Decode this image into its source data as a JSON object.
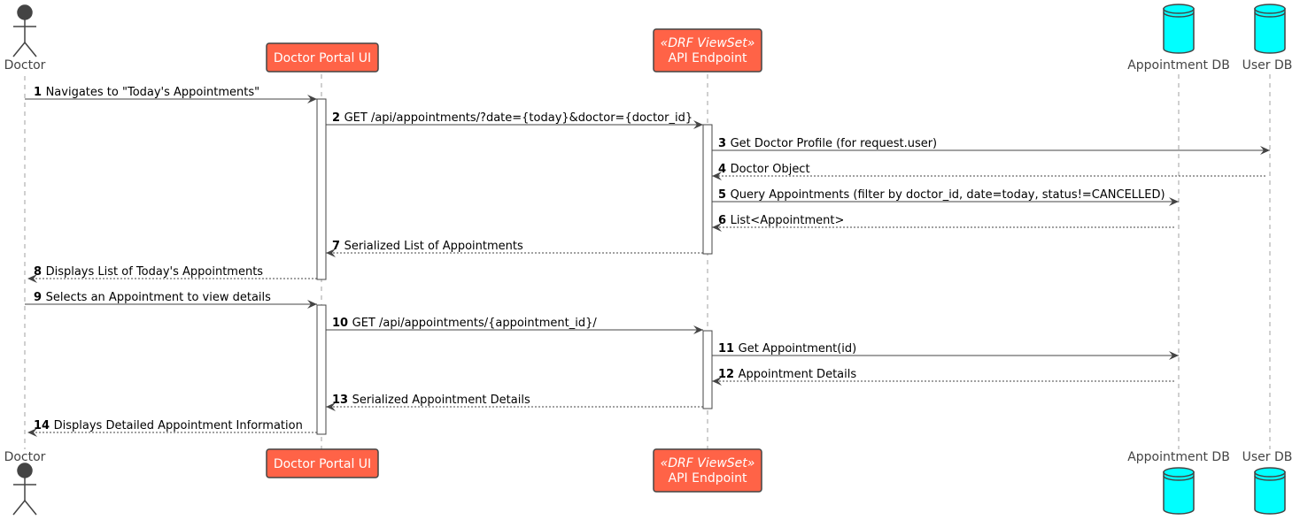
{
  "participants": {
    "doctor": {
      "name": "Doctor"
    },
    "portal": {
      "name": "Doctor Portal UI"
    },
    "api": {
      "name": "API Endpoint",
      "stereotype": "«DRF ViewSet»"
    },
    "appointment_db": {
      "name": "Appointment DB"
    },
    "user_db": {
      "name": "User DB"
    }
  },
  "messages": [
    {
      "num": "1",
      "text": "Navigates to \"Today's Appointments\"",
      "from": "doctor",
      "to": "portal",
      "style": "sync"
    },
    {
      "num": "2",
      "text": "GET /api/appointments/?date={today}&doctor={doctor_id}",
      "from": "portal",
      "to": "api",
      "style": "sync"
    },
    {
      "num": "3",
      "text": "Get Doctor Profile (for request.user)",
      "from": "api",
      "to": "user_db",
      "style": "sync"
    },
    {
      "num": "4",
      "text": "Doctor Object",
      "from": "user_db",
      "to": "api",
      "style": "return"
    },
    {
      "num": "5",
      "text": "Query Appointments (filter by doctor_id, date=today, status!=CANCELLED)",
      "from": "api",
      "to": "appointment_db",
      "style": "sync"
    },
    {
      "num": "6",
      "text": "List<Appointment>",
      "from": "appointment_db",
      "to": "api",
      "style": "return"
    },
    {
      "num": "7",
      "text": "Serialized List of Appointments",
      "from": "api",
      "to": "portal",
      "style": "return"
    },
    {
      "num": "8",
      "text": "Displays List of Today's Appointments",
      "from": "portal",
      "to": "doctor",
      "style": "return"
    },
    {
      "num": "9",
      "text": "Selects an Appointment to view details",
      "from": "doctor",
      "to": "portal",
      "style": "sync"
    },
    {
      "num": "10",
      "text": "GET /api/appointments/{appointment_id}/",
      "from": "portal",
      "to": "api",
      "style": "sync"
    },
    {
      "num": "11",
      "text": "Get Appointment(id)",
      "from": "api",
      "to": "appointment_db",
      "style": "sync"
    },
    {
      "num": "12",
      "text": "Appointment Details",
      "from": "appointment_db",
      "to": "api",
      "style": "return"
    },
    {
      "num": "13",
      "text": "Serialized Appointment Details",
      "from": "api",
      "to": "portal",
      "style": "return"
    },
    {
      "num": "14",
      "text": "Displays Detailed Appointment Information",
      "from": "portal",
      "to": "doctor",
      "style": "return"
    }
  ],
  "colors": {
    "boundary_fill": "#FF6347",
    "database_fill": "#00FFFF",
    "actor_fill": "#444444",
    "line": "#444444",
    "lifeline": "#A0A0A0"
  }
}
